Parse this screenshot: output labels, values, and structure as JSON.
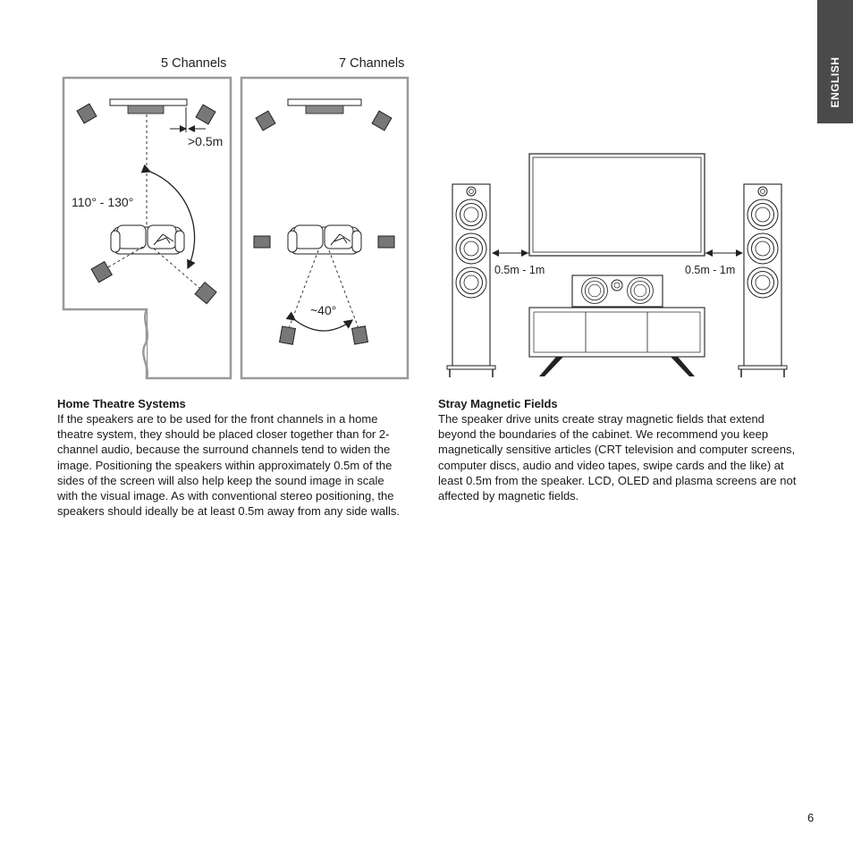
{
  "language_tab": "ENGLISH",
  "page_number": "6",
  "diagrams": {
    "five_channels_label": "5 Channels",
    "seven_channels_label": "7 Channels",
    "distance_label": ">0.5m",
    "angle_range_label": "110° - 130°",
    "rear_angle_label": "~40°",
    "left_gap_label": "0.5m - 1m",
    "right_gap_label": "0.5m - 1m"
  },
  "home_theatre": {
    "heading": "Home Theatre Systems",
    "body": "If the speakers are to be used for the front channels in a home theatre system, they should be placed closer together than for 2-channel audio, because the surround channels tend to widen the image. Positioning the speakers within approximately 0.5m of the sides of the screen will also help keep the sound image in scale with the visual image. As with conventional stereo positioning, the speakers should ideally be at least 0.5m away from any side walls."
  },
  "stray_fields": {
    "heading": "Stray Magnetic Fields",
    "body": "The speaker drive units create stray magnetic fields that extend beyond the boundaries of the cabinet. We recommend you keep magnetically sensitive articles (CRT television and computer screens, computer discs, audio and video tapes, swipe cards and the like) at least 0.5m from the speaker. LCD, OLED and plasma screens are not affected by magnetic fields."
  }
}
